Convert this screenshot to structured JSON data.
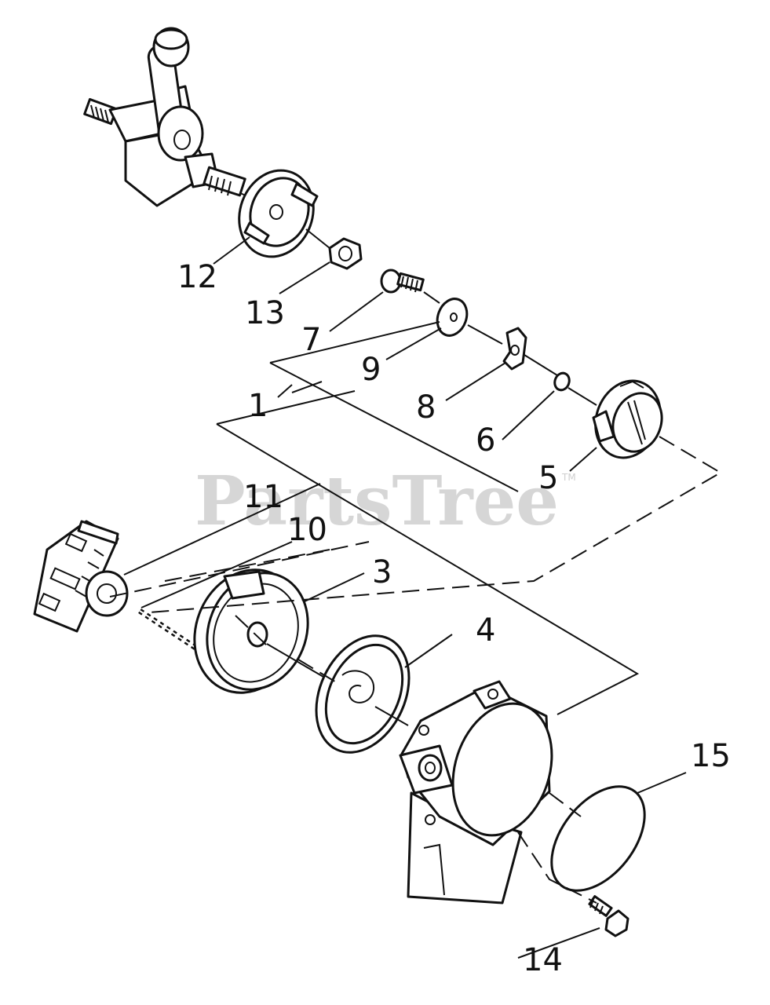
{
  "watermark": {
    "text": "PartsTree",
    "trademark": "TM"
  },
  "callouts": [
    {
      "id": "12",
      "label": "12"
    },
    {
      "id": "13",
      "label": "13"
    },
    {
      "id": "7",
      "label": "7"
    },
    {
      "id": "9",
      "label": "9"
    },
    {
      "id": "1",
      "label": "1"
    },
    {
      "id": "8",
      "label": "8"
    },
    {
      "id": "6",
      "label": "6"
    },
    {
      "id": "5",
      "label": "5"
    },
    {
      "id": "11",
      "label": "11"
    },
    {
      "id": "10",
      "label": "10"
    },
    {
      "id": "3",
      "label": "3"
    },
    {
      "id": "4",
      "label": "4"
    },
    {
      "id": "15",
      "label": "15"
    },
    {
      "id": "14",
      "label": "14"
    }
  ]
}
